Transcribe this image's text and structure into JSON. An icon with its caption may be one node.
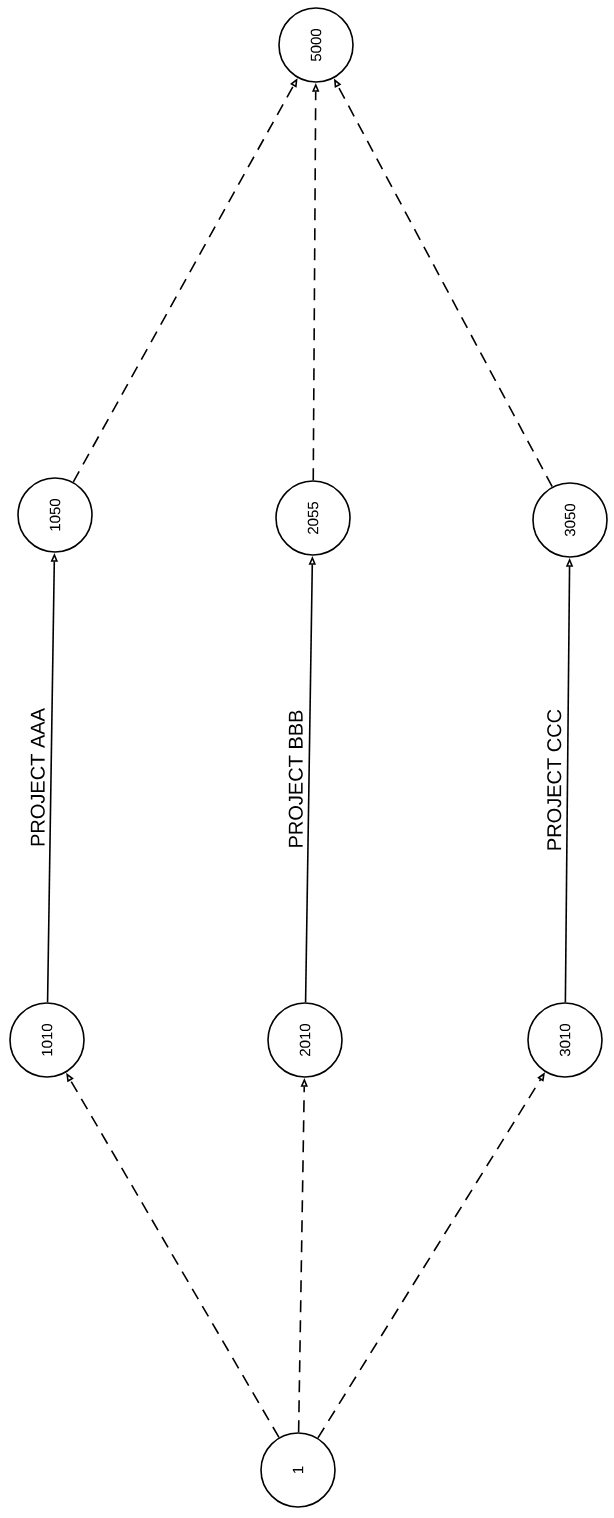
{
  "diagram": {
    "nodes": [
      {
        "text": [
          "1"
        ]
      },
      {
        "text": [
          "1010"
        ]
      },
      {
        "text": [
          "2010"
        ]
      },
      {
        "text": [
          "3010"
        ]
      },
      {
        "text": [
          "1050"
        ]
      },
      {
        "text": [
          "2055"
        ]
      },
      {
        "text": [
          "3050"
        ]
      },
      {
        "text": [
          "5000"
        ]
      }
    ],
    "edges": [
      {
        "from": 0,
        "to": 1,
        "arrow": "to",
        "style": "dashed"
      },
      {
        "from": 0,
        "to": 2,
        "arrow": "to",
        "style": "dashed"
      },
      {
        "from": 0,
        "to": 3,
        "arrow": "to",
        "style": "dashed"
      },
      {
        "from": 1,
        "to": 4,
        "arrow": "to",
        "label": "PROJECT AAA"
      },
      {
        "from": 2,
        "to": 5,
        "arrow": "to",
        "label": "PROJECT BBB"
      },
      {
        "from": 3,
        "to": 6,
        "arrow": "to",
        "label": "PROJECT CCC"
      },
      {
        "from": 4,
        "to": 7,
        "arrow": "to",
        "style": "dashed"
      },
      {
        "from": 5,
        "to": 7,
        "arrow": "to",
        "style": "dashed"
      },
      {
        "from": 6,
        "to": 7,
        "arrow": "to",
        "style": "dashed"
      }
    ]
  }
}
